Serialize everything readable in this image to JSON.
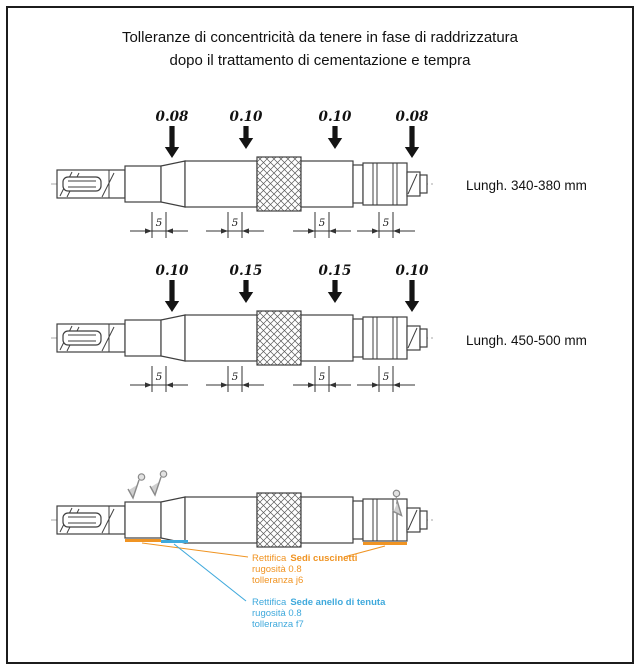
{
  "title": {
    "line1": "Tolleranze di concentricità da tenere in fase di raddrizzatura",
    "line2": "dopo il trattamento di cementazione e tempra"
  },
  "diagram1": {
    "tolerances": [
      "0.08",
      "0.10",
      "0.10",
      "0.08"
    ],
    "dims": [
      "5",
      "5",
      "5",
      "5"
    ],
    "length_label": "Lungh. 340-380 mm"
  },
  "diagram2": {
    "tolerances": [
      "0.10",
      "0.15",
      "0.15",
      "0.10"
    ],
    "dims": [
      "5",
      "5",
      "5",
      "5"
    ],
    "length_label": "Lungh. 450-500 mm"
  },
  "diagram3": {
    "bearing_note": {
      "prefix": "Rettifica",
      "title": "Sedi cuscinetti",
      "roughness": "rugosità 0.8",
      "tolerance": "tolleranza j6",
      "color": "#f09423"
    },
    "seal_note": {
      "prefix": "Rettifica",
      "title": "Sede anello di tenuta",
      "roughness": "rugosità 0.8",
      "tolerance": "tolleranza f7",
      "color": "#3fa9dc"
    }
  }
}
